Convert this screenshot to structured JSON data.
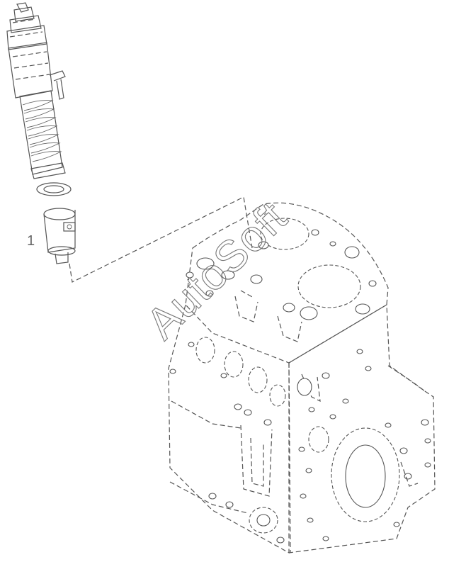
{
  "diagram": {
    "callouts": [
      {
        "id": "1",
        "label": "1"
      }
    ],
    "watermark": "AutoSoft",
    "colors": {
      "line": "#555555",
      "background": "#ffffff"
    }
  }
}
